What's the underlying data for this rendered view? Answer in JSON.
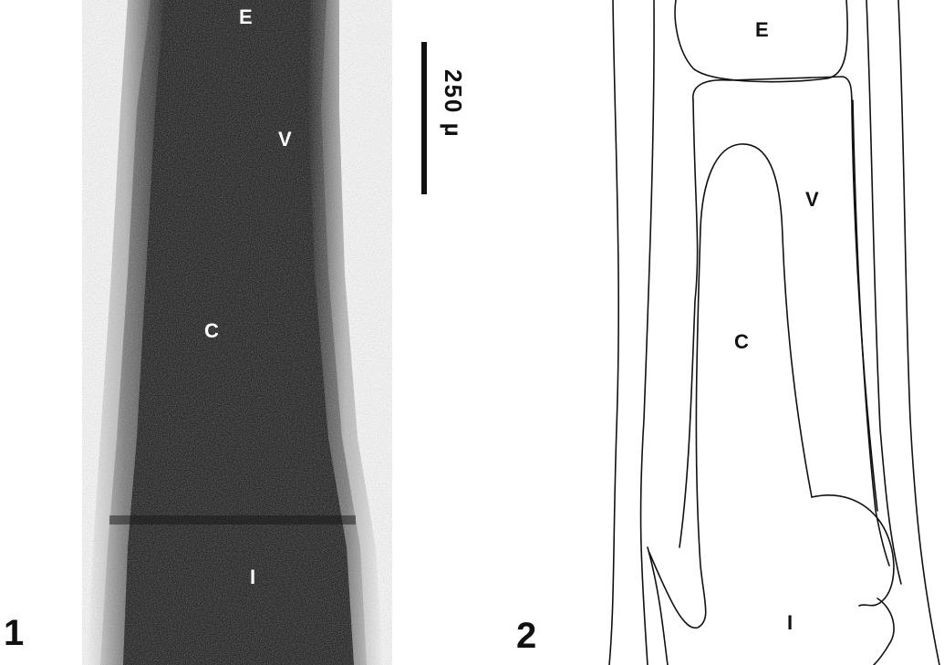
{
  "figure1": {
    "number": "1",
    "labels": {
      "E": "E",
      "V": "V",
      "C": "C",
      "I": "I"
    },
    "scale_bar_text": "250 µ"
  },
  "figure2": {
    "number": "2",
    "labels": {
      "E": "E",
      "V": "V",
      "C": "C",
      "I": "I"
    }
  }
}
